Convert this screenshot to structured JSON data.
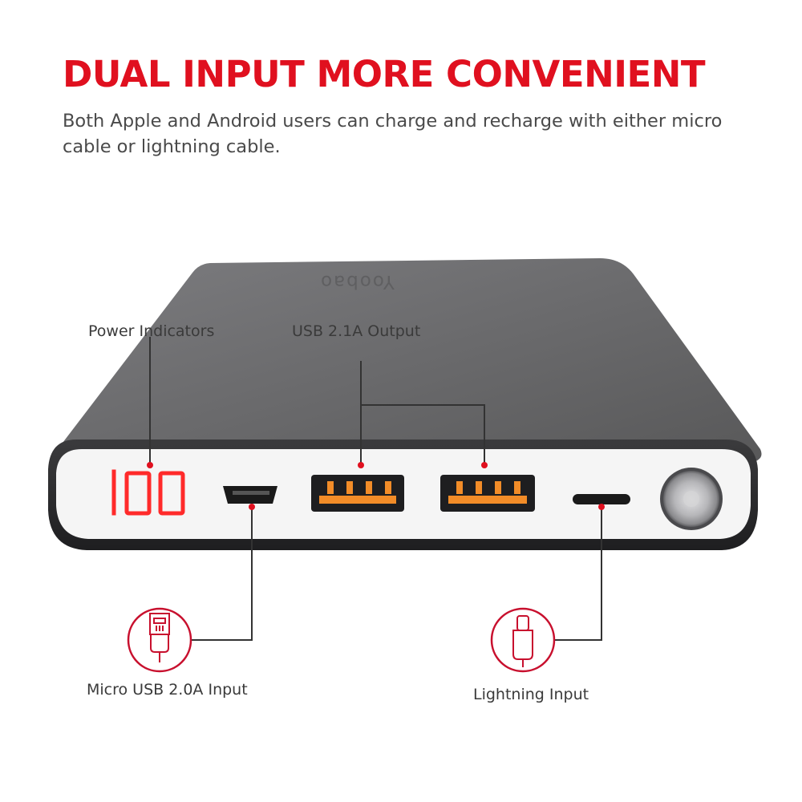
{
  "header": {
    "title": "DUAL INPUT MORE CONVENIENT",
    "description": "Both Apple and Android users can charge and recharge with either micro cable or lightning cable."
  },
  "product": {
    "brand": "Yoobao",
    "display_value": "100"
  },
  "callouts": {
    "power_indicators": "Power Indicators",
    "usb_output": "USB 2.1A Output",
    "micro_usb_input": "Micro USB 2.0A Input",
    "lightning_input": "Lightning Input"
  },
  "colors": {
    "accent": "#e0101f",
    "body_text": "#4a4a4a",
    "shell_top": "#6b6b6d",
    "shell_edge": "#2c2c2e",
    "face_panel": "#f6f6f6",
    "port_orange": "#f28c28",
    "display_red": "#ff2a2a"
  },
  "icons": [
    "micro-usb-icon",
    "lightning-icon"
  ]
}
